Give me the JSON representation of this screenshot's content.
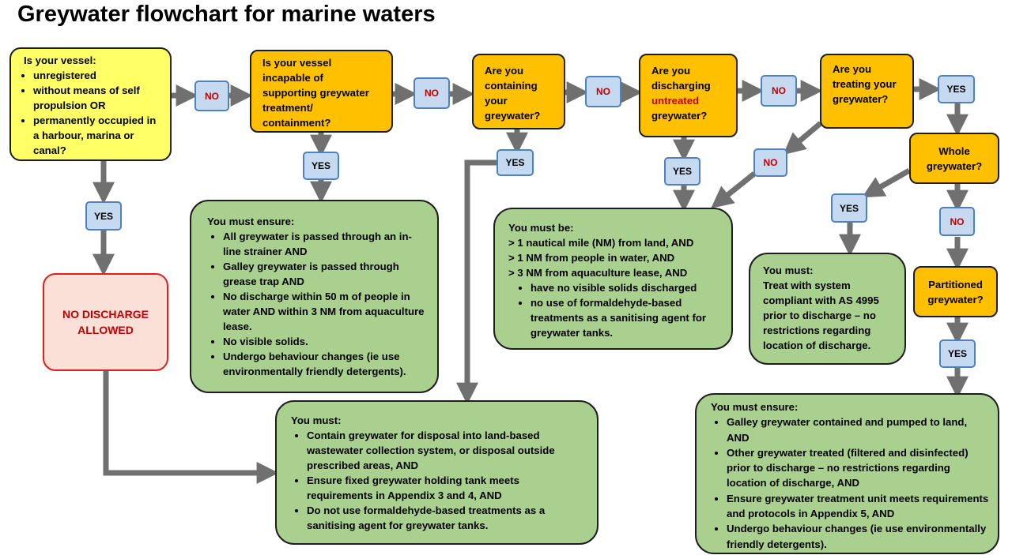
{
  "title": "Greywater flowchart for marine waters",
  "q1": {
    "heading": "Is your vessel:",
    "bullets": [
      "unregistered",
      "without means of self propulsion OR",
      "permanently occupied in a harbour, marina or canal?"
    ]
  },
  "q2": "Is your vessel incapable of supporting greywater treatment/ containment?",
  "q3": "Are you containing your greywater?",
  "q4": {
    "line1": "Are you discharging",
    "highlight": "untreated",
    "line3": "greywater?"
  },
  "q5": "Are you treating your greywater?",
  "q6": "Whole greywater?",
  "q7": "Partitioned greywater?",
  "no_discharge": "NO DISCHARGE ALLOWED",
  "labels": {
    "no": "NO",
    "yes": "YES"
  },
  "box_ensure1": {
    "heading": "You must ensure:",
    "bullets": [
      "All greywater is passed through an in-line strainer AND",
      "Galley greywater is passed through grease trap AND",
      "No discharge within 50 m of people in water AND within 3 NM from aquaculture lease.",
      "No visible solids.",
      "Undergo behaviour changes (ie use environmentally friendly detergents)."
    ]
  },
  "box_contain": {
    "heading": "You must:",
    "bullets": [
      "Contain greywater for disposal into land-based wastewater collection system, or disposal outside prescribed areas, AND",
      "Ensure fixed greywater holding tank meets requirements in Appendix 3 and 4, AND",
      "Do not use formaldehyde-based treatments as  a sanitising agent for greywater tanks."
    ]
  },
  "box_mustbe": {
    "heading": "You must be:",
    "lines": [
      "> 1 nautical mile (NM) from land, AND",
      "> 1 NM from people in water, AND",
      "> 3 NM from aquaculture lease, AND"
    ],
    "bullets": [
      "have no visible solids discharged",
      "no use of formaldehyde-based treatments as a sanitising agent for greywater tanks."
    ]
  },
  "box_treat": {
    "heading": "You must:",
    "text": "Treat with system compliant with AS 4995 prior to discharge – no restrictions regarding location of discharge."
  },
  "box_ensure2": {
    "heading": "You must ensure:",
    "bullets": [
      "Galley greywater contained and pumped to land, AND",
      "Other greywater treated (filtered and disinfected) prior to discharge – no restrictions regarding location of discharge, AND",
      "Ensure greywater treatment unit meets requirements and protocols in Appendix 5, AND",
      "Undergo behaviour changes (ie use environmentally friendly detergents)."
    ]
  }
}
